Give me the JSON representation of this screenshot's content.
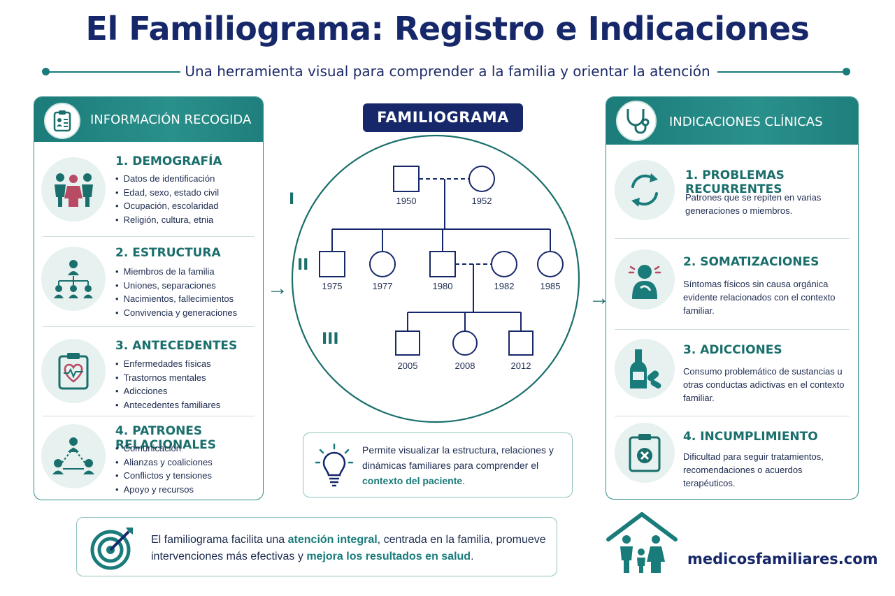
{
  "header": {
    "title": "El Familiograma: Registro e Indicaciones",
    "subtitle": "Una herramienta visual para comprender a la familia y orientar la atención"
  },
  "left_panel": {
    "title": "INFORMACIÓN RECOGIDA",
    "sections": [
      {
        "title": "1. DEMOGRAFÍA",
        "items": [
          "Datos de identificación",
          "Edad, sexo, estado civil",
          "Ocupación, escolaridad",
          "Religión, cultura, etnia"
        ]
      },
      {
        "title": "2. ESTRUCTURA",
        "items": [
          "Miembros de la familia",
          "Uniones, separaciones",
          "Nacimientos, fallecimientos",
          "Convivencia y generaciones"
        ]
      },
      {
        "title": "3. ANTECEDENTES",
        "items": [
          "Enfermedades físicas",
          "Trastornos mentales",
          "Adicciones",
          "Antecedentes familiares"
        ]
      },
      {
        "title": "4. PATRONES RELACIONALES",
        "items": [
          "Comunicación",
          "Alianzas y coaliciones",
          "Conflictos y tensiones",
          "Apoyo y recursos"
        ]
      }
    ]
  },
  "center": {
    "badge": "FAMILIOGRAMA",
    "generations": [
      "I",
      "II",
      "III"
    ],
    "years": {
      "gen1": [
        "1950",
        "1952"
      ],
      "gen2": [
        "1975",
        "1977",
        "1980",
        "1982",
        "1985"
      ],
      "gen3": [
        "2005",
        "2008",
        "2012"
      ]
    },
    "info": {
      "part1": "Permite visualizar la estructura, relaciones y dinámicas familiares para comprender el ",
      "highlight": "contexto del paciente",
      "part2": "."
    }
  },
  "right_panel": {
    "title": "INDICACIONES CLÍNICAS",
    "sections": [
      {
        "title": "1. PROBLEMAS RECURRENTES",
        "desc": "Patrones que se repiten en varias generaciones o miembros."
      },
      {
        "title": "2. SOMATIZACIONES",
        "desc": "Síntomas físicos sin causa orgánica evidente relacionados con el contexto familiar."
      },
      {
        "title": "3. ADICCIONES",
        "desc": "Consumo problemático de sustancias u otras conductas adictivas en el contexto familiar."
      },
      {
        "title": "4. INCUMPLIMIENTO",
        "desc": "Dificultad para seguir tratamientos, recomendaciones o acuerdos terapéuticos."
      }
    ]
  },
  "footer": {
    "part1": "El familiograma facilita una ",
    "hl1": "atención integral",
    "part2": ", centrada en la familia, promueve intervenciones más efectivas y ",
    "hl2": "mejora los resultados en salud",
    "part3": ".",
    "brand": "medicosfamiliares.com"
  },
  "colors": {
    "navy": "#16286a",
    "teal": "#1a7b7b",
    "light_teal": "#e6f1f0"
  }
}
